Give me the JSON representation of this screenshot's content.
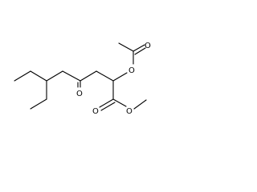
{
  "molecule": {
    "atoms": {
      "ester_ether_o": "O",
      "ester_carbonyl_o": "O",
      "acetoxy_carbonyl_o": "O",
      "acetoxy_ether_o": "O",
      "ketone_o": "O"
    }
  }
}
